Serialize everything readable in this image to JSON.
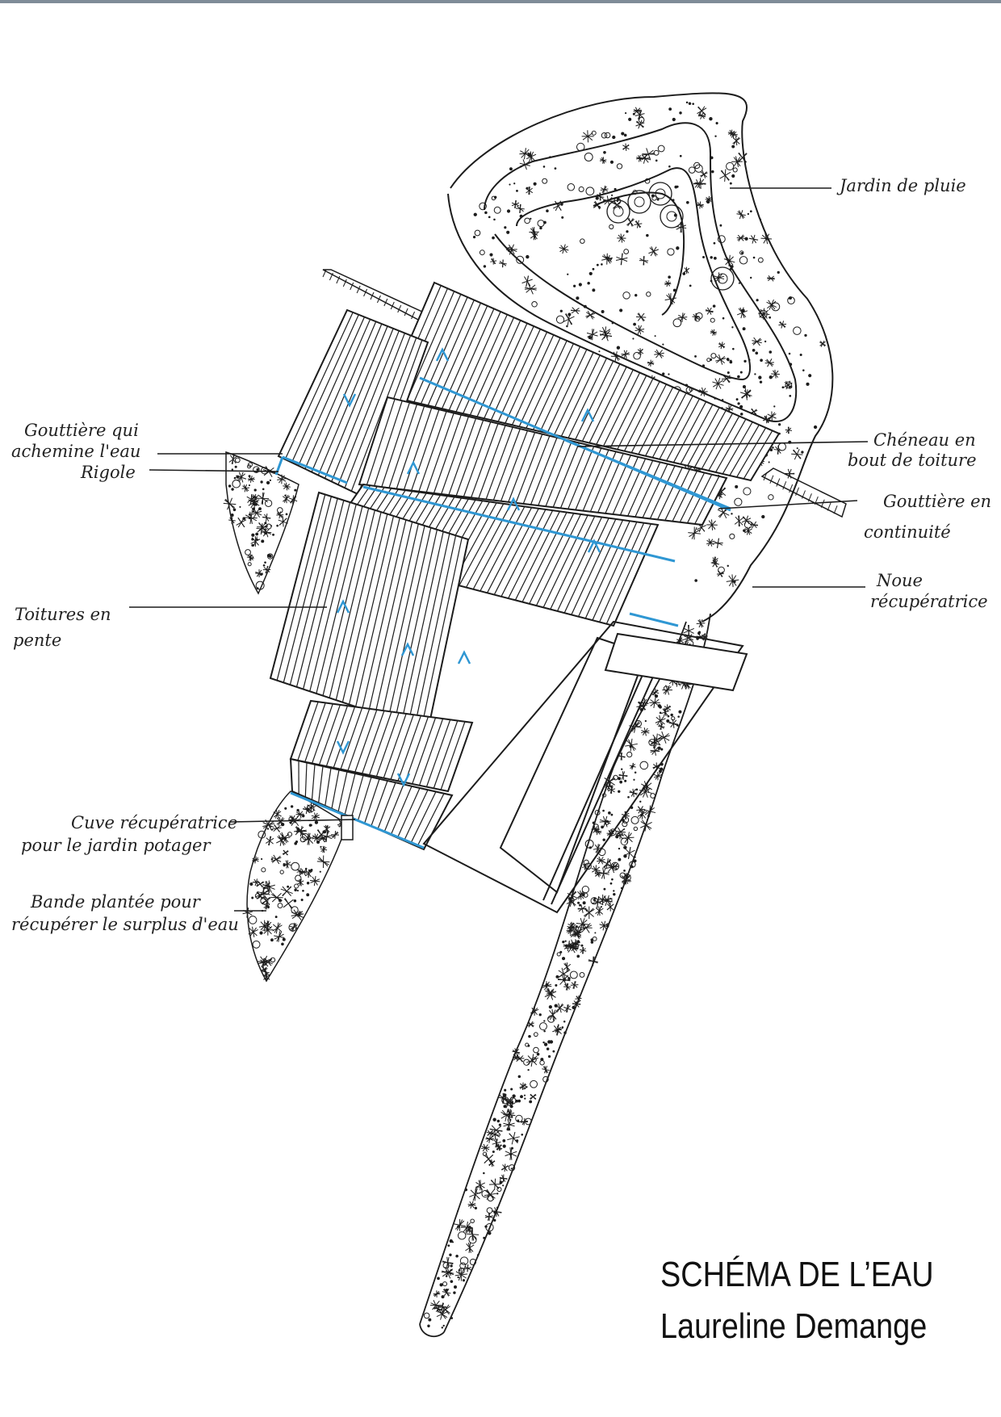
{
  "title": "SCHÉMA DE L’EAU",
  "author": "Laureline Demange",
  "labels": {
    "jardin_pluie": "Jardin de pluie",
    "gouttiere_achemine": [
      "Gouttière qui",
      "achemine l'eau"
    ],
    "rigole": "Rigole",
    "cheneau": [
      "Chéneau en",
      "bout de toiture"
    ],
    "gouttiere_continuite": [
      "Gouttière en",
      "continuité"
    ],
    "noue": [
      "Noue",
      "récupératrice"
    ],
    "toitures": [
      "Toitures en",
      "pente"
    ],
    "cuve": [
      "Cuve récupératrice",
      "pour le jardin potager"
    ],
    "bande": [
      "Bande plantée pour",
      "récupérer le surplus d'eau"
    ]
  },
  "colors": {
    "ink": "#1c1c1c",
    "water": "#2f97d3",
    "paper": "#ffffff"
  }
}
